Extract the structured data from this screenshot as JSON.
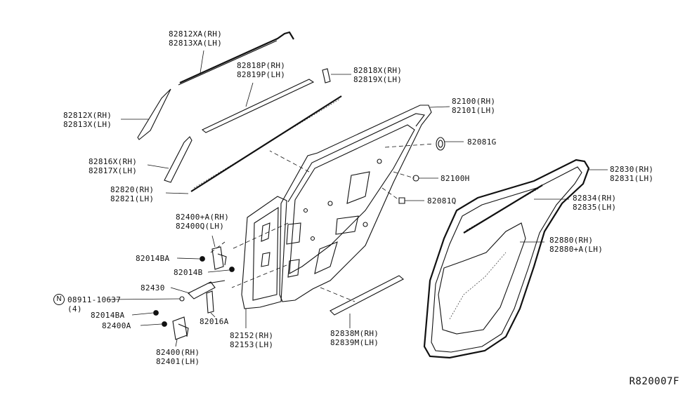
{
  "parts": [
    {
      "id": "p-82812xa",
      "lines": [
        "82812XA(RH)",
        "82813XA(LH)"
      ]
    },
    {
      "id": "p-82818p",
      "lines": [
        "82818P(RH)",
        "82819P(LH)"
      ]
    },
    {
      "id": "p-82818x",
      "lines": [
        "82818X(RH)",
        "82819X(LH)"
      ]
    },
    {
      "id": "p-82812x",
      "lines": [
        "82812X(RH)",
        "82813X(LH)"
      ]
    },
    {
      "id": "p-82100",
      "lines": [
        "82100(RH)",
        "82101(LH)"
      ]
    },
    {
      "id": "p-82081g",
      "lines": [
        "82081G"
      ]
    },
    {
      "id": "p-82816x",
      "lines": [
        "82816X(RH)",
        "82817X(LH)"
      ]
    },
    {
      "id": "p-82100h",
      "lines": [
        "82100H"
      ]
    },
    {
      "id": "p-82820",
      "lines": [
        "82820(RH)",
        "82821(LH)"
      ]
    },
    {
      "id": "p-82081q",
      "lines": [
        "82081Q"
      ]
    },
    {
      "id": "p-82830",
      "lines": [
        "82830(RH)",
        "82831(LH)"
      ]
    },
    {
      "id": "p-82834",
      "lines": [
        "82834(RH)",
        "82835(LH)"
      ]
    },
    {
      "id": "p-82400a",
      "lines": [
        "82400+A(RH)",
        "82400Q(LH)"
      ]
    },
    {
      "id": "p-82880",
      "lines": [
        "82880(RH)",
        "82880+A(LH)"
      ]
    },
    {
      "id": "p-82014ba-1",
      "lines": [
        "82014BA"
      ]
    },
    {
      "id": "p-82014b",
      "lines": [
        "82014B"
      ]
    },
    {
      "id": "p-82430",
      "lines": [
        "82430"
      ]
    },
    {
      "id": "p-08911",
      "lines": [
        "08911-10637",
        "(4)"
      ]
    },
    {
      "id": "p-82014ba-2",
      "lines": [
        "82014BA"
      ]
    },
    {
      "id": "p-82016a",
      "lines": [
        "82016A"
      ]
    },
    {
      "id": "p-82400a-2",
      "lines": [
        "82400A"
      ]
    },
    {
      "id": "p-82152",
      "lines": [
        "82152(RH)",
        "82153(LH)"
      ]
    },
    {
      "id": "p-82838m",
      "lines": [
        "82838M(RH)",
        "82839M(LH)"
      ]
    },
    {
      "id": "p-82400",
      "lines": [
        "82400(RH)",
        "82401(LH)"
      ]
    }
  ],
  "nut_symbol": "N",
  "reference_code": "R820007F"
}
